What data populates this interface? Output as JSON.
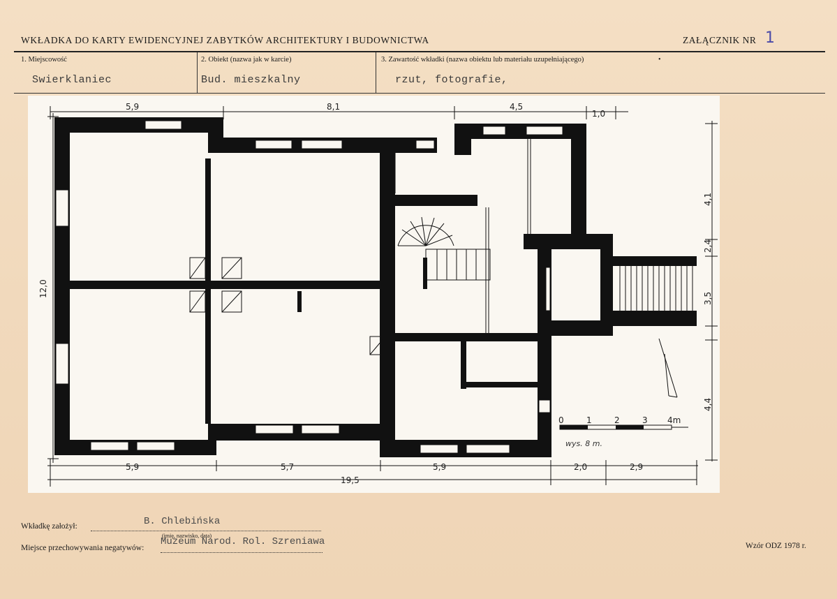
{
  "header": {
    "title": "WKŁADKA DO KARTY EWIDENCYJNEJ ZABYTKÓW ARCHITEKTURY I BUDOWNICTWA",
    "attachment_label": "ZAŁĄCZNIK NR",
    "attachment_number": "1"
  },
  "fields": {
    "f1_label": "1. Miejscowość",
    "f1_value": "Swierklaniec",
    "f2_label": "2. Obiekt (nazwa jak w karcie)",
    "f2_value": "Bud. mieszkalny",
    "f3_label": "3. Zawartość wkładki (nazwa obiektu lub materiału uzupełniającego)",
    "f3_value": "rzut, fotografie,",
    "f3_mark": "•"
  },
  "plan": {
    "dims_top": [
      "5,9",
      "8,1",
      "4,5",
      "1,0"
    ],
    "dims_bottom": [
      "5,9",
      "5,7",
      "5,9",
      "2,0",
      "2,9"
    ],
    "dim_total": "19,5",
    "dim_left": "12,0",
    "dims_right": [
      "4,1",
      "2,4",
      "3,5",
      "4,4"
    ],
    "scale_labels": [
      "0",
      "1",
      "2",
      "3",
      "4m"
    ],
    "height_note": "wys. 8 m."
  },
  "footer": {
    "founder_label": "Wkładkę założył:",
    "founder_value": "B. Chlebińska",
    "founder_hint": "(imię, nazwisko, data)",
    "storage_label": "Miejsce przechowywania negatywów:",
    "storage_value": "Muzeum Narod. Rol. Szreniawa",
    "form_id": "Wzór ODZ 1978 r."
  }
}
